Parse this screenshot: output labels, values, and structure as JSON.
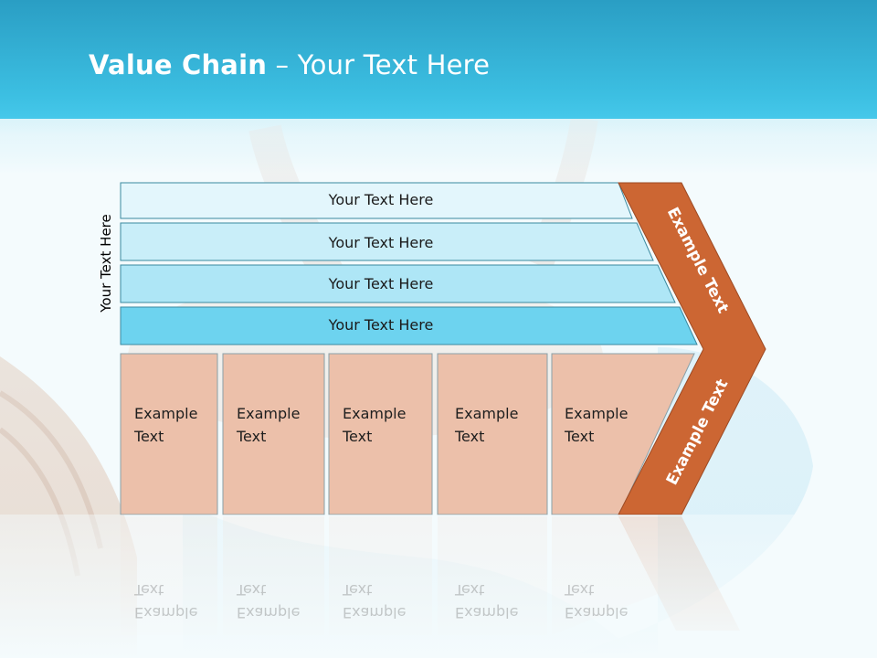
{
  "title": {
    "bold": "Value Chain",
    "rest": " – Your Text Here"
  },
  "side_label": "Your Text Here",
  "bars": [
    {
      "label": "Your Text Here"
    },
    {
      "label": "Your Text Here"
    },
    {
      "label": "Your Text Here"
    },
    {
      "label": "Your Text Here"
    }
  ],
  "boxes": [
    {
      "label": "Example\nText"
    },
    {
      "label": "Example\nText"
    },
    {
      "label": "Example\nText"
    },
    {
      "label": "Example\nText"
    },
    {
      "label": "Example\nText"
    }
  ],
  "arrow": {
    "upper_label": "Example Text",
    "lower_label": "Example Text"
  },
  "colors": {
    "header": "#3cbfe2",
    "bar_fills": [
      "#e3f6fc",
      "#c9eef9",
      "#aee6f6",
      "#6dd3ef"
    ],
    "bar_stroke": "#3a8aa0",
    "box_fill": "#ecc0aa",
    "box_stroke": "#8aa0a8",
    "arrow_fill": "#cc6633",
    "arrow_stroke": "#9c4a24"
  }
}
